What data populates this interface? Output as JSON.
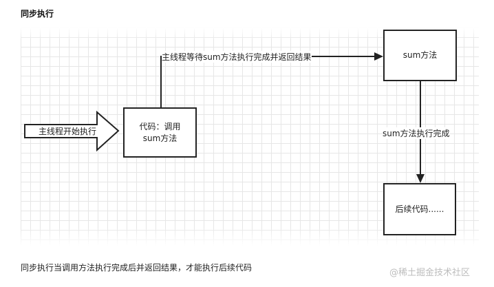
{
  "title": "同步执行",
  "diagram": {
    "entry_arrow_label": "主线程开始执行",
    "box_code_line1": "代码：调用",
    "box_code_line2": "sum方法",
    "edge_call_label": "主线程等待sum方法执行完成并返回结果",
    "box_sum": "sum方法",
    "edge_done_label": "sum方法执行完成",
    "box_after": "后续代码......"
  },
  "caption": "同步执行当调用方法执行完成后并返回结果，才能执行后续代码",
  "watermark": "@稀土掘金技术社区"
}
